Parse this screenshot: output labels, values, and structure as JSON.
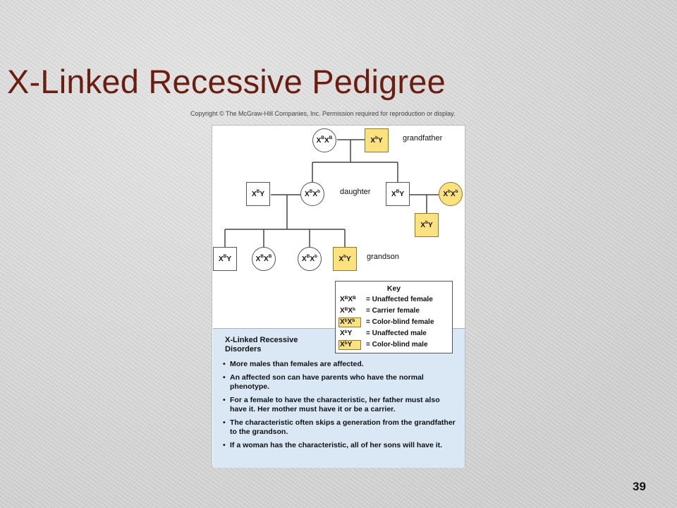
{
  "slide": {
    "title": "X-Linked Recessive Pedigree",
    "copyright": "Copyright © The McGraw-Hill Companies, Inc. Permission required for reproduction or display.",
    "page_number": "39"
  },
  "pedigree": {
    "labels": {
      "grandfather": "grandfather",
      "daughter": "daughter",
      "grandson": "grandson"
    },
    "generation1": [
      {
        "sex": "female",
        "affected": false,
        "genotype": [
          "X",
          "B",
          "X",
          "B"
        ]
      },
      {
        "sex": "male",
        "affected": true,
        "genotype": [
          "X",
          "b",
          "Y",
          ""
        ]
      }
    ],
    "generation2": [
      {
        "sex": "male",
        "affected": false,
        "genotype": [
          "X",
          "B",
          "Y",
          ""
        ]
      },
      {
        "sex": "female",
        "affected": false,
        "genotype": [
          "X",
          "B",
          "X",
          "b"
        ]
      },
      {
        "sex": "male",
        "affected": false,
        "genotype": [
          "X",
          "B",
          "Y",
          ""
        ]
      },
      {
        "sex": "female",
        "affected": true,
        "genotype": [
          "X",
          "b",
          "X",
          "b"
        ]
      }
    ],
    "generation3": [
      {
        "sex": "male",
        "affected": false,
        "genotype": [
          "X",
          "B",
          "Y",
          ""
        ]
      },
      {
        "sex": "female",
        "affected": false,
        "genotype": [
          "X",
          "B",
          "X",
          "B"
        ]
      },
      {
        "sex": "female",
        "affected": false,
        "genotype": [
          "X",
          "B",
          "X",
          "b"
        ]
      },
      {
        "sex": "male",
        "affected": true,
        "genotype": [
          "X",
          "b",
          "Y",
          ""
        ]
      },
      {
        "sex": "male",
        "affected": true,
        "genotype": [
          "X",
          "b",
          "Y",
          ""
        ]
      }
    ]
  },
  "info": {
    "title": "X-Linked Recessive Disorders",
    "bullets": [
      "More males than females are affected.",
      "An affected son can have parents who have the normal phenotype.",
      "For a female to have the characteristic, her father must also have it. Her mother must have it or be a carrier.",
      "The characteristic often skips a generation from the grandfather to the grandson.",
      "If a woman has the characteristic, all of her sons will have it."
    ]
  },
  "key": {
    "title": "Key",
    "rows": [
      {
        "genotype": [
          "X",
          "B",
          "X",
          "B"
        ],
        "desc": "=  Unaffected female",
        "affected": false
      },
      {
        "genotype": [
          "X",
          "B",
          "X",
          "b"
        ],
        "desc": " = Carrier female",
        "affected": false
      },
      {
        "genotype": [
          "X",
          "b",
          "X",
          "b"
        ],
        "desc": "= Color-blind female",
        "affected": true
      },
      {
        "genotype": [
          "X",
          "b",
          "Y",
          ""
        ],
        "desc": "=  Unaffected male",
        "affected": false
      },
      {
        "genotype": [
          "X",
          "b",
          "Y",
          ""
        ],
        "desc": "=  Color-blind male",
        "affected": true
      }
    ]
  },
  "colors": {
    "affected_fill": "#fbe27e",
    "title_color": "#6b1e10",
    "info_background": "#dae7f5"
  }
}
